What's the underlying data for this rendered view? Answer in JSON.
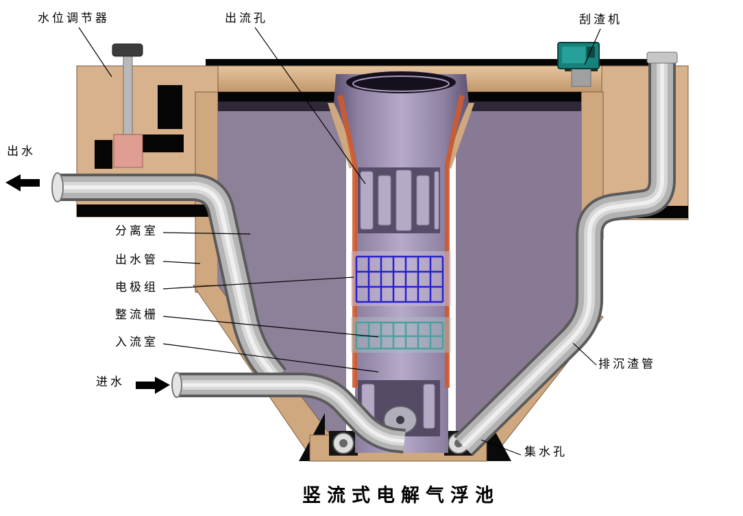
{
  "diagram": {
    "title": "竖流式电解气浮池",
    "labels": {
      "water_level_regulator": "水位调节器",
      "outflow_hole": "出流孔",
      "scraper": "刮渣机",
      "outlet": "出水",
      "separation_chamber": "分离室",
      "outlet_pipe": "出水管",
      "electrode_group": "电极组",
      "rectifier_grid": "整流栅",
      "inflow_chamber": "入流室",
      "inlet": "进水",
      "sludge_discharge_pipe": "排沉渣管",
      "collection_hole": "集水孔"
    },
    "colors": {
      "background": "#ffffff",
      "wall_tan": "#d7b28c",
      "wall_tan_dark": "#cfa87f",
      "chamber_purple": "#8d8099",
      "column_purple_light": "#b6aacb",
      "column_purple_dark": "#5e5370",
      "pipe_gray": "#b4b4b4",
      "electrode_blue": "#2620cc",
      "rectifier_teal": "#4d9fa2",
      "scraper_teal": "#15837b",
      "regulator_pink": "#e09e93",
      "edge_orange": "#cf5a2e",
      "line_black": "#000000"
    }
  }
}
